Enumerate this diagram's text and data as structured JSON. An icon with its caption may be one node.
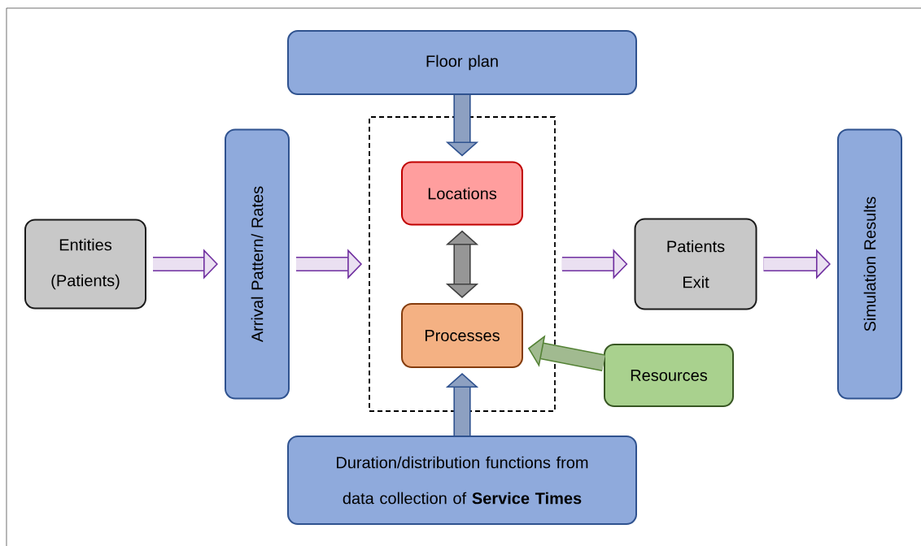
{
  "diagram": {
    "nodes": [
      {
        "text": [
          "Floor plan"
        ]
      },
      {
        "text": [
          "Entities (Patients)"
        ]
      },
      {
        "text": [
          "Arrival Pattern/ Rates"
        ]
      },
      {
        "text": [],
        "shape": "box"
      },
      {
        "text": [
          "Locations"
        ],
        "in": 3
      },
      {
        "text": [
          "Processes"
        ],
        "in": 3
      },
      {
        "text": [
          "Patients Exit"
        ]
      },
      {
        "text": [
          "Simulation Results"
        ]
      },
      {
        "text": [
          "Resources"
        ]
      },
      {
        "text": [
          "Duration/distribution functions from data collection of **Service Times**"
        ]
      }
    ],
    "edges": [
      {
        "from": 1,
        "to": 2,
        "arrow": "to"
      },
      {
        "from": 2,
        "to": 3,
        "arrow": "to"
      },
      {
        "from": 3,
        "to": 6,
        "arrow": "to"
      },
      {
        "from": 6,
        "to": 7,
        "arrow": "to"
      },
      {
        "from": 0,
        "to": 4,
        "arrow": "to",
        "color": "#2f528f"
      },
      {
        "from": 4,
        "to": 5,
        "arrow": "both",
        "color": "#404040"
      },
      {
        "from": 9,
        "to": 5,
        "arrow": "to",
        "color": "#2f528f"
      },
      {
        "from": 8,
        "to": 5,
        "arrow": "to",
        "color": "#548235"
      }
    ]
  }
}
